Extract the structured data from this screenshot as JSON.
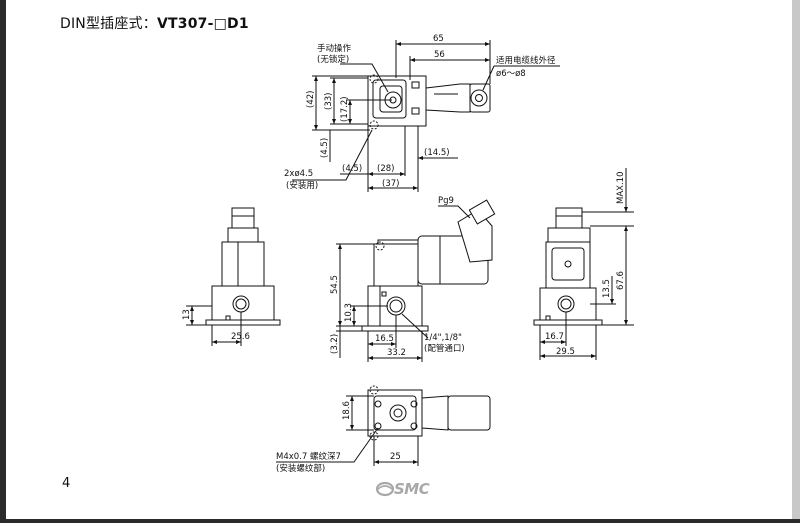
{
  "title": {
    "prefix": "DIN型插座式：",
    "model": "VT307-□D1"
  },
  "page_number": "4",
  "brand": "SMC",
  "top_view": {
    "dims": {
      "d65": "65",
      "d56": "56",
      "d42": "(42)",
      "d33": "(33)",
      "d172": "(17.2)",
      "d45v": "(4.5)",
      "d45h": "(4.5)",
      "d28": "(28)",
      "d37": "(37)",
      "d145": "(14.5)"
    },
    "callouts": {
      "manual_override": "手动操作",
      "non_locking": "(无锁定)",
      "cable_line1": "适用电缆线外径",
      "cable_line2": "ø6～ø8",
      "holes_line1": "2xø4.5",
      "holes_line2": "(安装用)"
    }
  },
  "left_view": {
    "dims": {
      "d13": "13",
      "d256": "25.6"
    }
  },
  "front_view": {
    "dims": {
      "d545": "54.5",
      "d103": "10.3",
      "d32": "(3.2)",
      "d165": "16.5",
      "d332": "33.2"
    },
    "callouts": {
      "pg9": "Pg9",
      "port_line1": "1/4\",1/8\"",
      "port_line2": "(配管通口)"
    }
  },
  "right_view": {
    "dims": {
      "max10": "MAX.10",
      "d135": "13.5",
      "d676": "67.6",
      "d167": "16.7",
      "d295": "29.5"
    }
  },
  "bottom_view": {
    "dims": {
      "d186": "18.6",
      "d25": "25"
    },
    "callouts": {
      "thread_line1": "M4x0.7  螺纹深7",
      "thread_line2": "(安装螺纹部)"
    }
  }
}
